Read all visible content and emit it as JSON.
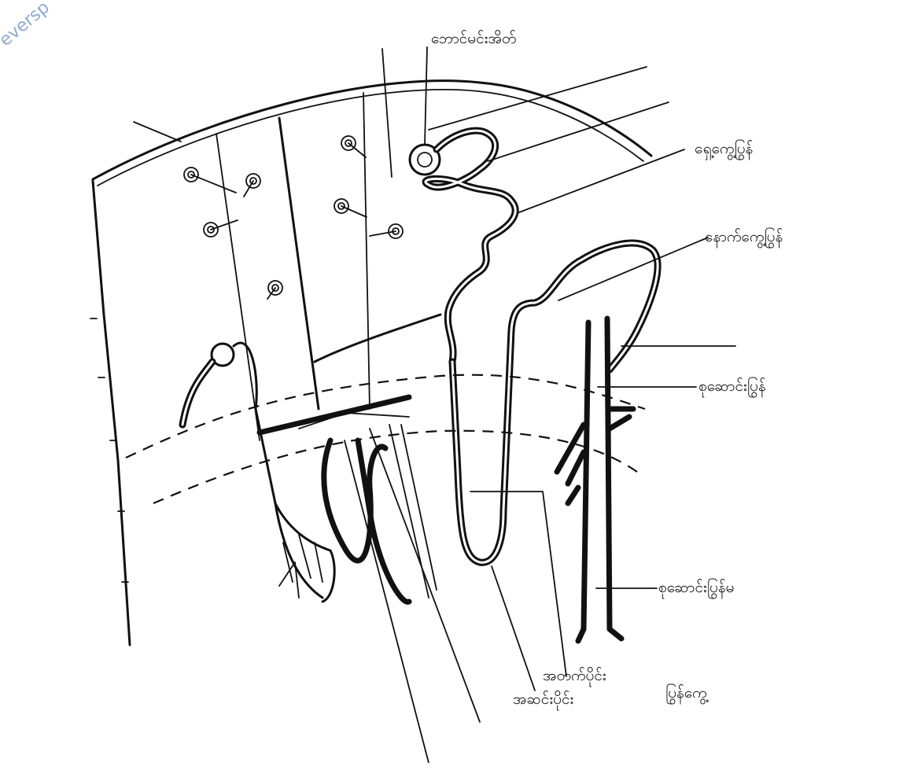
{
  "watermark": "eversp",
  "labels": {
    "bowman_capsule": "ဘောင်မင်းအိတ်",
    "proximal_tubule": "ရှေ့ကွေ့ပြွန်",
    "distal_tubule": "နောက်ကွေ့ပြွန်",
    "collecting_tubule": "စုဆောင်းပြွန်",
    "collecting_duct": "စုဆောင်းပြွန်မ",
    "descending_limb": "အဆင်းပိုင်း",
    "ascending_limb": "အတက်ပိုင်း",
    "loop_of_henle": "ပြွန်ကွေ့"
  }
}
